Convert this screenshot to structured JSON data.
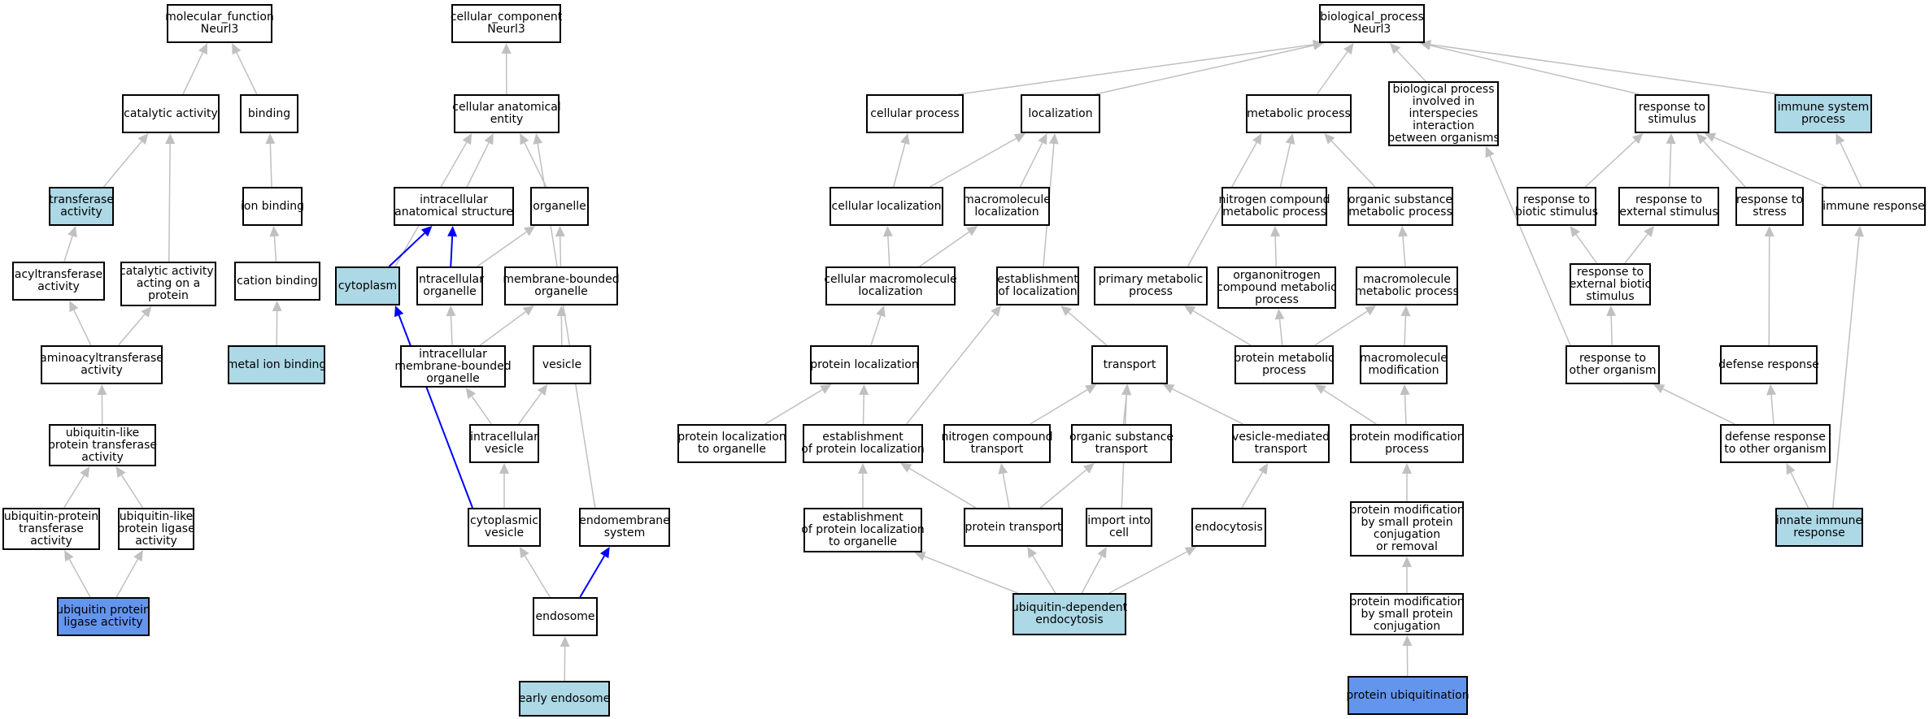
{
  "colors": {
    "node_border": "#000000",
    "plain_fill": "#ffffff",
    "highlight_fill": "#add8e6",
    "strong_fill": "#6495ed",
    "edge_gray": "#c0c0c0",
    "edge_blue": "#0000ff"
  },
  "nodes": [
    {
      "id": "mf",
      "lines": [
        "molecular_function",
        "Neurl3"
      ],
      "fill": "white"
    },
    {
      "id": "cat",
      "lines": [
        "catalytic activity"
      ],
      "fill": "white"
    },
    {
      "id": "bind",
      "lines": [
        "binding"
      ],
      "fill": "white"
    },
    {
      "id": "transf",
      "lines": [
        "transferase",
        "activity"
      ],
      "fill": "light"
    },
    {
      "id": "ionb",
      "lines": [
        "ion binding"
      ],
      "fill": "white"
    },
    {
      "id": "acyl",
      "lines": [
        "acyltransferase",
        "activity"
      ],
      "fill": "white"
    },
    {
      "id": "catprot",
      "lines": [
        "catalytic activity,",
        "acting on a",
        "protein"
      ],
      "fill": "white"
    },
    {
      "id": "cationb",
      "lines": [
        "cation binding"
      ],
      "fill": "white"
    },
    {
      "id": "aminoacyl",
      "lines": [
        "aminoacyltransferase",
        "activity"
      ],
      "fill": "white"
    },
    {
      "id": "metalb",
      "lines": [
        "metal ion binding"
      ],
      "fill": "light"
    },
    {
      "id": "ubltrans",
      "lines": [
        "ubiquitin-like",
        "protein transferase",
        "activity"
      ],
      "fill": "white"
    },
    {
      "id": "ubptrans",
      "lines": [
        "ubiquitin-protein",
        "transferase",
        "activity"
      ],
      "fill": "white"
    },
    {
      "id": "ubllig",
      "lines": [
        "ubiquitin-like",
        "protein ligase",
        "activity"
      ],
      "fill": "white"
    },
    {
      "id": "ubplig",
      "lines": [
        "ubiquitin protein",
        "ligase activity"
      ],
      "fill": "blue"
    },
    {
      "id": "cc",
      "lines": [
        "cellular_component",
        "Neurl3"
      ],
      "fill": "white"
    },
    {
      "id": "cae",
      "lines": [
        "cellular anatomical",
        "entity"
      ],
      "fill": "white"
    },
    {
      "id": "ias",
      "lines": [
        "intracellular",
        "anatomical structure"
      ],
      "fill": "white"
    },
    {
      "id": "org",
      "lines": [
        "organelle"
      ],
      "fill": "white"
    },
    {
      "id": "cyto",
      "lines": [
        "cytoplasm"
      ],
      "fill": "light"
    },
    {
      "id": "intorg",
      "lines": [
        "intracellular",
        "organelle"
      ],
      "fill": "white"
    },
    {
      "id": "mbo",
      "lines": [
        "membrane-bounded",
        "organelle"
      ],
      "fill": "white"
    },
    {
      "id": "imbo",
      "lines": [
        "intracellular",
        "membrane-bounded",
        "organelle"
      ],
      "fill": "white"
    },
    {
      "id": "ves",
      "lines": [
        "vesicle"
      ],
      "fill": "white"
    },
    {
      "id": "iv",
      "lines": [
        "intracellular",
        "vesicle"
      ],
      "fill": "white"
    },
    {
      "id": "cv",
      "lines": [
        "cytoplasmic",
        "vesicle"
      ],
      "fill": "white"
    },
    {
      "id": "endsys",
      "lines": [
        "endomembrane",
        "system"
      ],
      "fill": "white"
    },
    {
      "id": "endo",
      "lines": [
        "endosome"
      ],
      "fill": "white"
    },
    {
      "id": "early",
      "lines": [
        "early endosome"
      ],
      "fill": "light"
    },
    {
      "id": "bp",
      "lines": [
        "biological_process",
        "Neurl3"
      ],
      "fill": "white"
    },
    {
      "id": "cp",
      "lines": [
        "cellular process"
      ],
      "fill": "white"
    },
    {
      "id": "loc",
      "lines": [
        "localization"
      ],
      "fill": "white"
    },
    {
      "id": "metp",
      "lines": [
        "metabolic process"
      ],
      "fill": "white"
    },
    {
      "id": "inter",
      "lines": [
        "biological process",
        "involved in",
        "interspecies",
        "interaction",
        "between organisms"
      ],
      "fill": "white"
    },
    {
      "id": "rstim",
      "lines": [
        "response to",
        "stimulus"
      ],
      "fill": "white"
    },
    {
      "id": "imsys",
      "lines": [
        "immune system",
        "process"
      ],
      "fill": "light"
    },
    {
      "id": "cloc",
      "lines": [
        "cellular localization"
      ],
      "fill": "white"
    },
    {
      "id": "mloc",
      "lines": [
        "macromolecule",
        "localization"
      ],
      "fill": "white"
    },
    {
      "id": "ncmp",
      "lines": [
        "nitrogen compound",
        "metabolic process"
      ],
      "fill": "white"
    },
    {
      "id": "osmp",
      "lines": [
        "organic substance",
        "metabolic process"
      ],
      "fill": "white"
    },
    {
      "id": "rbio",
      "lines": [
        "response to",
        "biotic stimulus"
      ],
      "fill": "white"
    },
    {
      "id": "rext",
      "lines": [
        "response to",
        "external stimulus"
      ],
      "fill": "white"
    },
    {
      "id": "rstress",
      "lines": [
        "response to",
        "stress"
      ],
      "fill": "white"
    },
    {
      "id": "imresp",
      "lines": [
        "immune response"
      ],
      "fill": "white"
    },
    {
      "id": "cmloc",
      "lines": [
        "cellular macromolecule",
        "localization"
      ],
      "fill": "white"
    },
    {
      "id": "estloc",
      "lines": [
        "establishment",
        "of localization"
      ],
      "fill": "white"
    },
    {
      "id": "pmp",
      "lines": [
        "primary metabolic",
        "process"
      ],
      "fill": "white"
    },
    {
      "id": "oncmp",
      "lines": [
        "organonitrogen",
        "compound metabolic",
        "process"
      ],
      "fill": "white"
    },
    {
      "id": "mmp",
      "lines": [
        "macromolecule",
        "metabolic process"
      ],
      "fill": "white"
    },
    {
      "id": "rextbio",
      "lines": [
        "response to",
        "external biotic",
        "stimulus"
      ],
      "fill": "white"
    },
    {
      "id": "ploc",
      "lines": [
        "protein localization"
      ],
      "fill": "white"
    },
    {
      "id": "trans",
      "lines": [
        "transport"
      ],
      "fill": "white"
    },
    {
      "id": "protmp",
      "lines": [
        "protein metabolic",
        "process"
      ],
      "fill": "white"
    },
    {
      "id": "mmod",
      "lines": [
        "macromolecule",
        "modification"
      ],
      "fill": "white"
    },
    {
      "id": "rother",
      "lines": [
        "response to",
        "other organism"
      ],
      "fill": "white"
    },
    {
      "id": "defr",
      "lines": [
        "defense response"
      ],
      "fill": "white"
    },
    {
      "id": "plocorg",
      "lines": [
        "protein localization",
        "to organelle"
      ],
      "fill": "white"
    },
    {
      "id": "estploc",
      "lines": [
        "establishment",
        "of protein localization"
      ],
      "fill": "white"
    },
    {
      "id": "nctrans",
      "lines": [
        "nitrogen compound",
        "transport"
      ],
      "fill": "white"
    },
    {
      "id": "ostrans",
      "lines": [
        "organic substance",
        "transport"
      ],
      "fill": "white"
    },
    {
      "id": "vmtrans",
      "lines": [
        "vesicle-mediated",
        "transport"
      ],
      "fill": "white"
    },
    {
      "id": "pmodp",
      "lines": [
        "protein modification",
        "process"
      ],
      "fill": "white"
    },
    {
      "id": "defrother",
      "lines": [
        "defense response",
        "to other organism"
      ],
      "fill": "white"
    },
    {
      "id": "estplocorg",
      "lines": [
        "establishment",
        "of protein localization",
        "to organelle"
      ],
      "fill": "white"
    },
    {
      "id": "ptrans",
      "lines": [
        "protein transport"
      ],
      "fill": "white"
    },
    {
      "id": "import",
      "lines": [
        "import into",
        "cell"
      ],
      "fill": "white"
    },
    {
      "id": "endocyt",
      "lines": [
        "endocytosis"
      ],
      "fill": "white"
    },
    {
      "id": "pmodsmall",
      "lines": [
        "protein modification",
        "by small protein",
        "conjugation",
        "or removal"
      ],
      "fill": "white"
    },
    {
      "id": "innate",
      "lines": [
        "innate immune",
        "response"
      ],
      "fill": "light"
    },
    {
      "id": "ubdep",
      "lines": [
        "ubiquitin-dependent",
        "endocytosis"
      ],
      "fill": "light"
    },
    {
      "id": "pmodconj",
      "lines": [
        "protein modification",
        "by small protein",
        "conjugation"
      ],
      "fill": "white"
    },
    {
      "id": "pubiq",
      "lines": [
        "protein ubiquitination"
      ],
      "fill": "blue"
    }
  ],
  "edges": [
    [
      "cat",
      "mf",
      "gray"
    ],
    [
      "bind",
      "mf",
      "gray"
    ],
    [
      "transf",
      "cat",
      "gray"
    ],
    [
      "ionb",
      "bind",
      "gray"
    ],
    [
      "acyl",
      "transf",
      "gray"
    ],
    [
      "catprot",
      "cat",
      "gray"
    ],
    [
      "cationb",
      "ionb",
      "gray"
    ],
    [
      "aminoacyl",
      "acyl",
      "gray"
    ],
    [
      "aminoacyl",
      "catprot",
      "gray"
    ],
    [
      "metalb",
      "cationb",
      "gray"
    ],
    [
      "ubltrans",
      "aminoacyl",
      "gray"
    ],
    [
      "ubptrans",
      "ubltrans",
      "gray"
    ],
    [
      "ubllig",
      "ubltrans",
      "gray"
    ],
    [
      "ubplig",
      "ubptrans",
      "gray"
    ],
    [
      "ubplig",
      "ubllig",
      "gray"
    ],
    [
      "cae",
      "cc",
      "gray"
    ],
    [
      "ias",
      "cae",
      "gray"
    ],
    [
      "org",
      "cae",
      "gray"
    ],
    [
      "cyto",
      "cae",
      "gray"
    ],
    [
      "cyto",
      "ias",
      "blue"
    ],
    [
      "intorg",
      "ias",
      "blue"
    ],
    [
      "intorg",
      "org",
      "gray"
    ],
    [
      "mbo",
      "org",
      "gray"
    ],
    [
      "imbo",
      "intorg",
      "gray"
    ],
    [
      "imbo",
      "mbo",
      "gray"
    ],
    [
      "ves",
      "mbo",
      "gray"
    ],
    [
      "iv",
      "imbo",
      "gray"
    ],
    [
      "iv",
      "ves",
      "gray"
    ],
    [
      "cv",
      "iv",
      "gray"
    ],
    [
      "cv",
      "cyto",
      "blue"
    ],
    [
      "endsys",
      "cae",
      "gray"
    ],
    [
      "endo",
      "cv",
      "gray"
    ],
    [
      "endo",
      "endsys",
      "blue"
    ],
    [
      "early",
      "endo",
      "gray"
    ],
    [
      "cp",
      "bp",
      "gray"
    ],
    [
      "loc",
      "bp",
      "gray"
    ],
    [
      "metp",
      "bp",
      "gray"
    ],
    [
      "inter",
      "bp",
      "gray"
    ],
    [
      "rstim",
      "bp",
      "gray"
    ],
    [
      "imsys",
      "bp",
      "gray"
    ],
    [
      "cloc",
      "cp",
      "gray"
    ],
    [
      "cloc",
      "loc",
      "gray"
    ],
    [
      "mloc",
      "loc",
      "gray"
    ],
    [
      "ncmp",
      "metp",
      "gray"
    ],
    [
      "osmp",
      "metp",
      "gray"
    ],
    [
      "rbio",
      "rstim",
      "gray"
    ],
    [
      "rext",
      "rstim",
      "gray"
    ],
    [
      "rstress",
      "rstim",
      "gray"
    ],
    [
      "imresp",
      "rstim",
      "gray"
    ],
    [
      "imresp",
      "imsys",
      "gray"
    ],
    [
      "cmloc",
      "cloc",
      "gray"
    ],
    [
      "cmloc",
      "mloc",
      "gray"
    ],
    [
      "estloc",
      "loc",
      "gray"
    ],
    [
      "pmp",
      "metp",
      "gray"
    ],
    [
      "oncmp",
      "ncmp",
      "gray"
    ],
    [
      "mmp",
      "osmp",
      "gray"
    ],
    [
      "rextbio",
      "rbio",
      "gray"
    ],
    [
      "rextbio",
      "rext",
      "gray"
    ],
    [
      "ploc",
      "cmloc",
      "gray"
    ],
    [
      "trans",
      "estloc",
      "gray"
    ],
    [
      "protmp",
      "pmp",
      "gray"
    ],
    [
      "protmp",
      "oncmp",
      "gray"
    ],
    [
      "protmp",
      "mmp",
      "gray"
    ],
    [
      "mmod",
      "mmp",
      "gray"
    ],
    [
      "rother",
      "rextbio",
      "gray"
    ],
    [
      "rother",
      "inter",
      "gray"
    ],
    [
      "defr",
      "rstress",
      "gray"
    ],
    [
      "plocorg",
      "ploc",
      "gray"
    ],
    [
      "estploc",
      "ploc",
      "gray"
    ],
    [
      "estploc",
      "estloc",
      "gray"
    ],
    [
      "nctrans",
      "trans",
      "gray"
    ],
    [
      "ostrans",
      "trans",
      "gray"
    ],
    [
      "vmtrans",
      "trans",
      "gray"
    ],
    [
      "pmodp",
      "protmp",
      "gray"
    ],
    [
      "pmodp",
      "mmod",
      "gray"
    ],
    [
      "defrother",
      "rother",
      "gray"
    ],
    [
      "defrother",
      "defr",
      "gray"
    ],
    [
      "estplocorg",
      "estploc",
      "gray"
    ],
    [
      "ptrans",
      "estploc",
      "gray"
    ],
    [
      "ptrans",
      "nctrans",
      "gray"
    ],
    [
      "ptrans",
      "ostrans",
      "gray"
    ],
    [
      "import",
      "trans",
      "gray"
    ],
    [
      "endocyt",
      "vmtrans",
      "gray"
    ],
    [
      "pmodsmall",
      "pmodp",
      "gray"
    ],
    [
      "innate",
      "defrother",
      "gray"
    ],
    [
      "innate",
      "imresp",
      "gray"
    ],
    [
      "ubdep",
      "estplocorg",
      "gray"
    ],
    [
      "ubdep",
      "ptrans",
      "gray"
    ],
    [
      "ubdep",
      "import",
      "gray"
    ],
    [
      "ubdep",
      "endocyt",
      "gray"
    ],
    [
      "pmodconj",
      "pmodsmall",
      "gray"
    ],
    [
      "pubiq",
      "pmodconj",
      "gray"
    ]
  ]
}
